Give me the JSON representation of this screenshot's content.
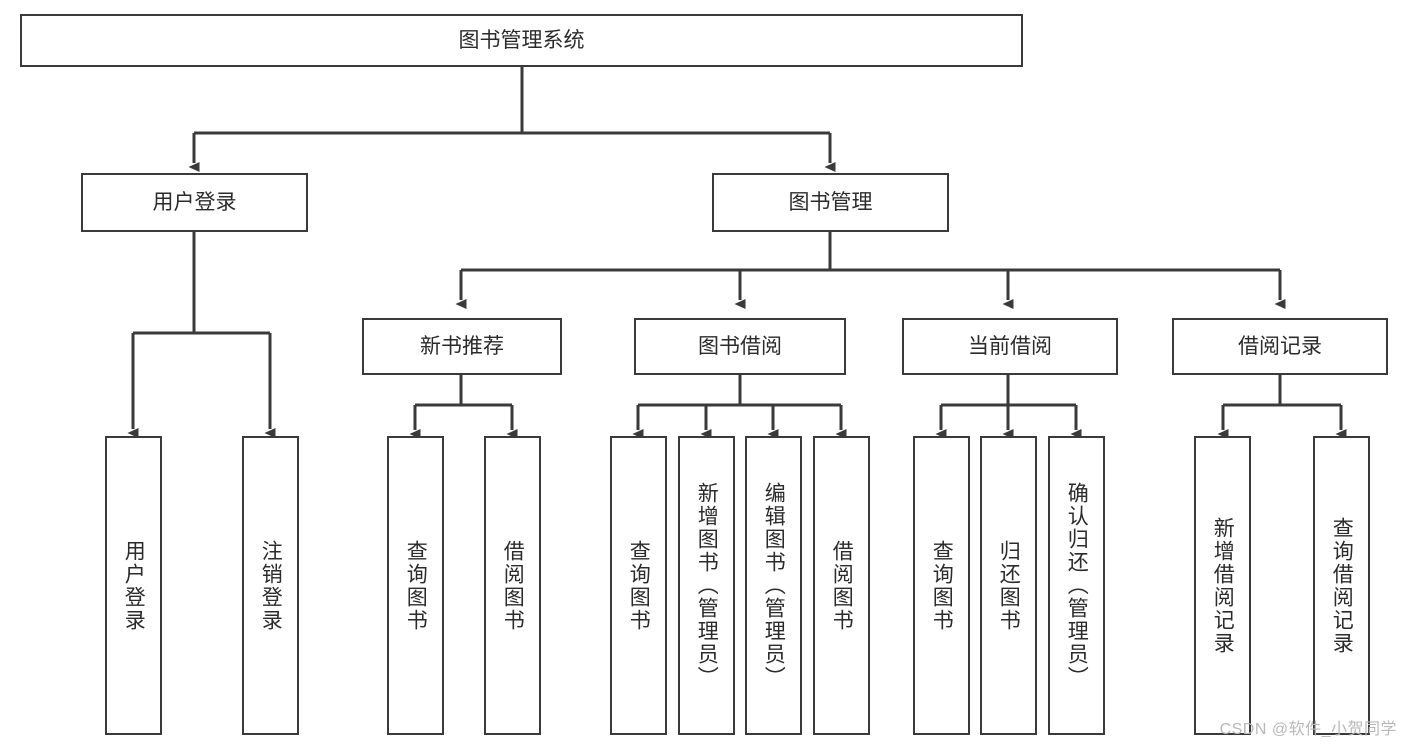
{
  "diagram": {
    "title": "图书管理系统",
    "root": {
      "label": "图书管理系统"
    },
    "level1": [
      {
        "label": "用户登录"
      },
      {
        "label": "图书管理"
      }
    ],
    "level2": [
      {
        "label": "新书推荐"
      },
      {
        "label": "图书借阅"
      },
      {
        "label": "当前借阅"
      },
      {
        "label": "借阅记录"
      }
    ],
    "leaves": {
      "user_login": [
        {
          "label": "用户登录"
        },
        {
          "label": "注销登录"
        }
      ],
      "new_book_recommend": [
        {
          "label": "查询图书"
        },
        {
          "label": "借阅图书"
        }
      ],
      "book_borrow": [
        {
          "label": "查询图书"
        },
        {
          "label": "新增图书（管理员）"
        },
        {
          "label": "编辑图书（管理员）"
        },
        {
          "label": "借阅图书"
        }
      ],
      "current_borrow": [
        {
          "label": "查询图书"
        },
        {
          "label": "归还图书"
        },
        {
          "label": "确认归还（管理员）"
        }
      ],
      "borrow_record": [
        {
          "label": "新增借阅记录"
        },
        {
          "label": "查询借阅记录"
        }
      ]
    }
  },
  "watermark": {
    "text": "CSDN @软件_小贺同学"
  },
  "colors": {
    "stroke": "#3a3a3a",
    "text": "#2b2b2b",
    "background": "#ffffff",
    "watermark": "#b8b8b8"
  }
}
